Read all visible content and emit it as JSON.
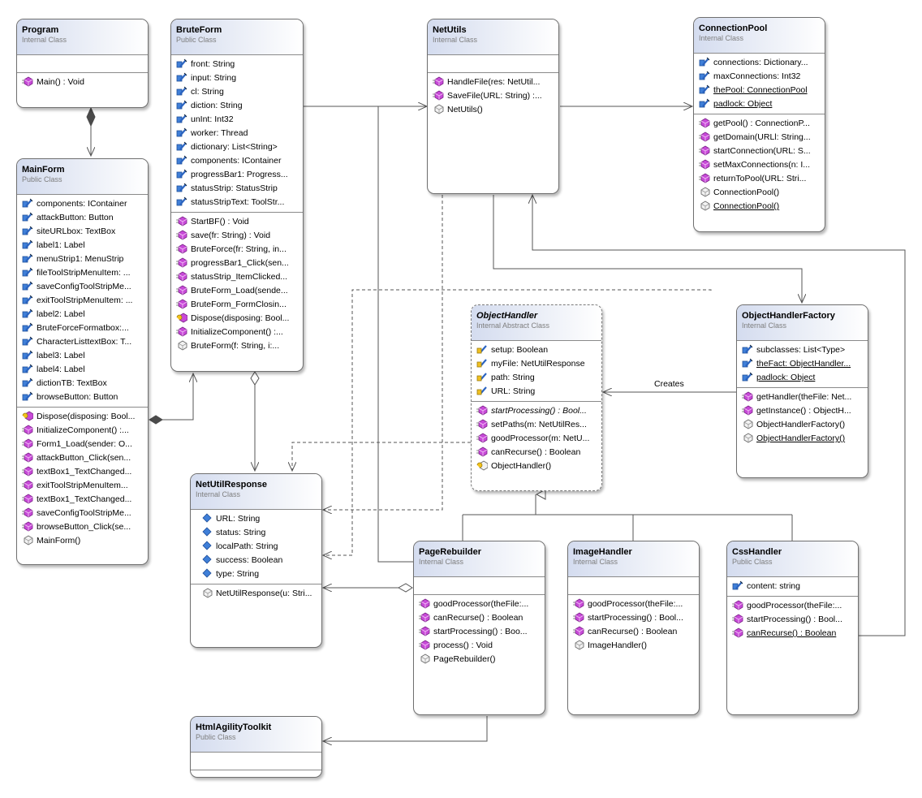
{
  "classes": {
    "program": {
      "name": "Program",
      "kind": "Internal Class",
      "fields": [],
      "methods": [
        {
          "t": "Main() : Void",
          "v": "m"
        }
      ]
    },
    "mainform": {
      "name": "MainForm",
      "kind": "Public Class",
      "fields": [
        {
          "t": "components: IContainer",
          "v": "f"
        },
        {
          "t": "attackButton: Button",
          "v": "f"
        },
        {
          "t": "siteURLbox: TextBox",
          "v": "f"
        },
        {
          "t": "label1: Label",
          "v": "f"
        },
        {
          "t": "menuStrip1: MenuStrip",
          "v": "f"
        },
        {
          "t": "fileToolStripMenuItem: ...",
          "v": "f"
        },
        {
          "t": "saveConfigToolStripMe...",
          "v": "f"
        },
        {
          "t": "exitToolStripMenuItem: ...",
          "v": "f"
        },
        {
          "t": "label2: Label",
          "v": "f"
        },
        {
          "t": "BruteForceFormatbox:...",
          "v": "f"
        },
        {
          "t": "CharacterListtextBox: T...",
          "v": "f"
        },
        {
          "t": "label3: Label",
          "v": "f"
        },
        {
          "t": "label4: Label",
          "v": "f"
        },
        {
          "t": "dictionTB: TextBox",
          "v": "f"
        },
        {
          "t": "browseButton: Button",
          "v": "f"
        }
      ],
      "methods": [
        {
          "t": "Dispose(disposing:  Bool...",
          "v": "pm"
        },
        {
          "t": "InitializeComponent()  :...",
          "v": "m"
        },
        {
          "t": "Form1_Load(sender: O...",
          "v": "m"
        },
        {
          "t": "attackButton_Click(sen...",
          "v": "m"
        },
        {
          "t": "textBox1_TextChanged...",
          "v": "m"
        },
        {
          "t": "exitToolStripMenuItem...",
          "v": "m"
        },
        {
          "t": "textBox1_TextChanged...",
          "v": "m"
        },
        {
          "t": "saveConfigToolStripMe...",
          "v": "m"
        },
        {
          "t": "browseButton_Click(se...",
          "v": "m"
        },
        {
          "t": "MainForm()",
          "v": "c"
        }
      ]
    },
    "bruteform": {
      "name": "BruteForm",
      "kind": "Public Class",
      "fields": [
        {
          "t": "front: String",
          "v": "f"
        },
        {
          "t": "input: String",
          "v": "f"
        },
        {
          "t": "cl: String",
          "v": "f"
        },
        {
          "t": "diction: String",
          "v": "f"
        },
        {
          "t": "unInt: Int32",
          "v": "f"
        },
        {
          "t": "worker: Thread",
          "v": "f"
        },
        {
          "t": "dictionary: List<String>",
          "v": "f"
        },
        {
          "t": "components: IContainer",
          "v": "f"
        },
        {
          "t": "progressBar1: Progress...",
          "v": "f"
        },
        {
          "t": "statusStrip: StatusStrip",
          "v": "f"
        },
        {
          "t": "statusStripText: ToolStr...",
          "v": "f"
        }
      ],
      "methods": [
        {
          "t": "StartBF() : Void",
          "v": "m"
        },
        {
          "t": "save(fr: String) : Void",
          "v": "m"
        },
        {
          "t": "BruteForce(fr: String, in...",
          "v": "m"
        },
        {
          "t": "progressBar1_Click(sen...",
          "v": "m"
        },
        {
          "t": "statusStrip_ItemClicked...",
          "v": "m"
        },
        {
          "t": "BruteForm_Load(sende...",
          "v": "m"
        },
        {
          "t": "BruteForm_FormClosin...",
          "v": "m"
        },
        {
          "t": "Dispose(disposing:  Bool...",
          "v": "pm"
        },
        {
          "t": "InitializeComponent()  :...",
          "v": "m"
        },
        {
          "t": "BruteForm(f: String, i:...",
          "v": "c"
        }
      ]
    },
    "netutils": {
      "name": "NetUtils",
      "kind": "Internal Class",
      "fields": [],
      "methods": [
        {
          "t": "HandleFile(res:  NetUtil...",
          "v": "m"
        },
        {
          "t": "SaveFile(URL: String) :...",
          "v": "m"
        },
        {
          "t": "NetUtils()",
          "v": "c"
        }
      ]
    },
    "connectionpool": {
      "name": "ConnectionPool",
      "kind": "Internal Class",
      "fields": [
        {
          "t": "connections: Dictionary...",
          "v": "f"
        },
        {
          "t": "maxConnections: Int32",
          "v": "f"
        },
        {
          "t": "thePool: ConnectionPool",
          "v": "f",
          "s": true
        },
        {
          "t": "padlock: Object",
          "v": "f",
          "s": true
        }
      ],
      "methods": [
        {
          "t": "getPool() : ConnectionP...",
          "v": "m"
        },
        {
          "t": "getDomain(URLl:  String...",
          "v": "m"
        },
        {
          "t": "startConnection(URL: S...",
          "v": "m"
        },
        {
          "t": "setMaxConnections(n: I...",
          "v": "m"
        },
        {
          "t": "returnToPool(URL: Stri...",
          "v": "m"
        },
        {
          "t": "ConnectionPool()",
          "v": "c"
        },
        {
          "t": "ConnectionPool()",
          "v": "c",
          "s": true
        }
      ]
    },
    "objecthandler": {
      "name": "ObjectHandler",
      "kind": "Internal Abstract Class",
      "fields": [
        {
          "t": "setup: Boolean",
          "v": "pf"
        },
        {
          "t": "myFile: NetUtilResponse",
          "v": "pf"
        },
        {
          "t": "path: String",
          "v": "pf"
        },
        {
          "t": "URL: String",
          "v": "pf"
        }
      ],
      "methods": [
        {
          "t": "startProcessing() : Bool...",
          "v": "m",
          "i": true
        },
        {
          "t": "setPaths(m: NetUtilRes...",
          "v": "m"
        },
        {
          "t": "goodProcessor(m:  NetU...",
          "v": "m"
        },
        {
          "t": "canRecurse() : Boolean",
          "v": "m"
        },
        {
          "t": "ObjectHandler()",
          "v": "pc"
        }
      ]
    },
    "objecthandlerfactory": {
      "name": "ObjectHandlerFactory",
      "kind": "Internal Class",
      "fields": [
        {
          "t": "subclasses: List<Type>",
          "v": "f"
        },
        {
          "t": "theFact: ObjectHandler...",
          "v": "f",
          "s": true
        },
        {
          "t": "padlock: Object",
          "v": "f",
          "s": true
        }
      ],
      "methods": [
        {
          "t": "getHandler(theFile:  Net...",
          "v": "m"
        },
        {
          "t": "getInstance() : ObjectH...",
          "v": "m"
        },
        {
          "t": "ObjectHandlerFactory()",
          "v": "c"
        },
        {
          "t": "ObjectHandlerFactory()",
          "v": "c",
          "s": true
        }
      ]
    },
    "netutilresponse": {
      "name": "NetUtilResponse",
      "kind": "Internal Class",
      "fields": [
        {
          "t": "URL: String",
          "v": "pubf"
        },
        {
          "t": "status: String",
          "v": "pubf"
        },
        {
          "t": "localPath: String",
          "v": "pubf"
        },
        {
          "t": "success: Boolean",
          "v": "pubf"
        },
        {
          "t": "type: String",
          "v": "pubf"
        }
      ],
      "methods": [
        {
          "t": "NetUtilResponse(u: Stri...",
          "v": "c"
        }
      ]
    },
    "pagerebuilder": {
      "name": "PageRebuilder",
      "kind": "Internal Class",
      "fields": [],
      "methods": [
        {
          "t": "goodProcessor(theFile:...",
          "v": "m"
        },
        {
          "t": "canRecurse() : Boolean",
          "v": "m"
        },
        {
          "t": "startProcessing() : Boo...",
          "v": "m"
        },
        {
          "t": "process() : Void",
          "v": "m"
        },
        {
          "t": "PageRebuilder()",
          "v": "c"
        }
      ]
    },
    "imagehandler": {
      "name": "ImageHandler",
      "kind": "Internal Class",
      "fields": [],
      "methods": [
        {
          "t": "goodProcessor(theFile:...",
          "v": "m"
        },
        {
          "t": "startProcessing() : Bool...",
          "v": "m"
        },
        {
          "t": "canRecurse() : Boolean",
          "v": "m"
        },
        {
          "t": "ImageHandler()",
          "v": "c"
        }
      ]
    },
    "csshandler": {
      "name": "CssHandler",
      "kind": "Public Class",
      "fields": [
        {
          "t": "content: string",
          "v": "f"
        }
      ],
      "methods": [
        {
          "t": "goodProcessor(theFile:...",
          "v": "m"
        },
        {
          "t": "startProcessing() : Bool...",
          "v": "m"
        },
        {
          "t": "canRecurse() : Boolean",
          "v": "m",
          "s": true
        }
      ]
    },
    "htmlagilitytoolkit": {
      "name": "HtmlAgilityToolkit",
      "kind": "Public Class",
      "fields": [],
      "methods": []
    }
  },
  "labels": {
    "creates": "Creates"
  }
}
